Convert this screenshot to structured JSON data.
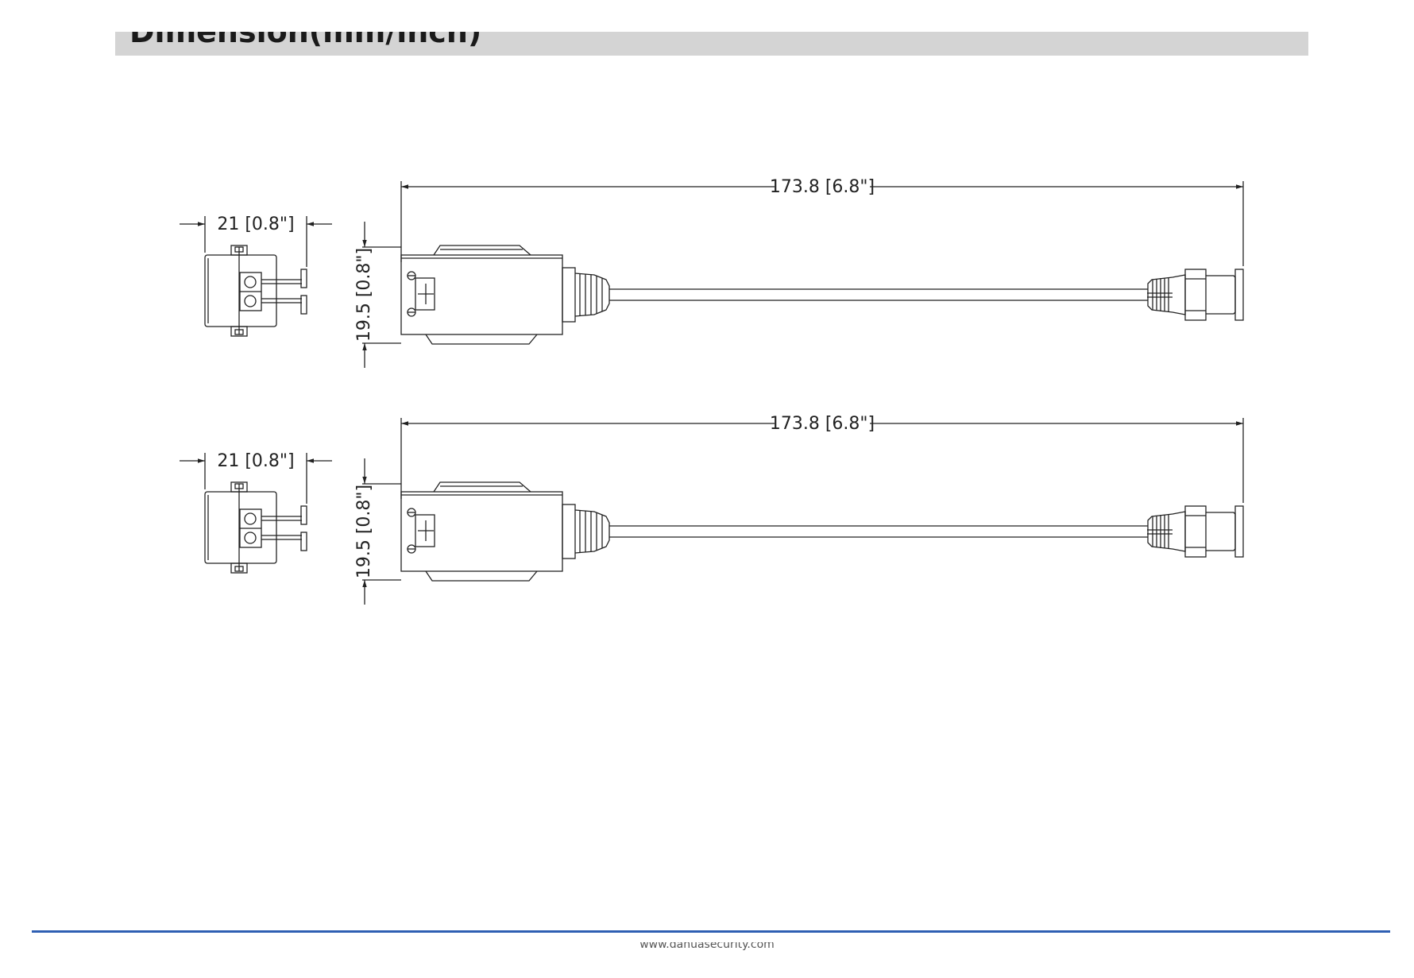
{
  "header": {
    "title": "Dimension(mm/inch)"
  },
  "views": [
    {
      "width_label": "21 [0.8\"]",
      "height_label": "19.5 [0.8\"]",
      "length_label": "173.8 [6.8\"]"
    },
    {
      "width_label": "21 [0.8\"]",
      "height_label": "19.5 [0.8\"]",
      "length_label": "173.8 [6.8\"]"
    }
  ],
  "footer": {
    "text": "www.dahuasecurity.com"
  },
  "colors": {
    "header_band": "#d4d4d4",
    "footer_line": "#2f5fb3",
    "line": "#222222"
  }
}
